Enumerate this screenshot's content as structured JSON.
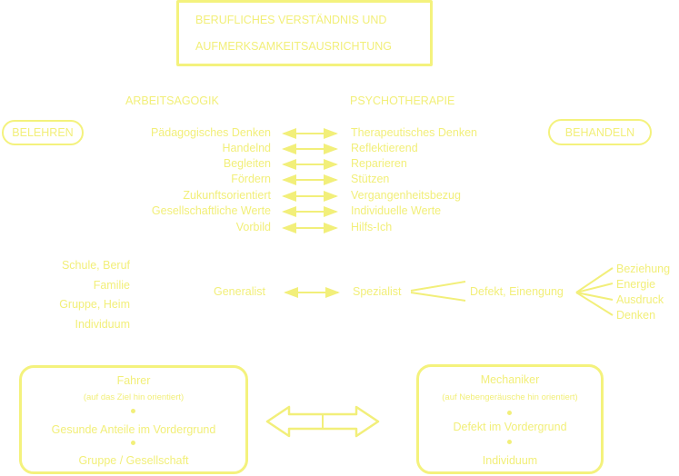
{
  "title": {
    "line1": "BERUFLICHES VERSTÄNDNIS UND",
    "line2": "AUFMERKSAMKEITSAUSRICHTUNG"
  },
  "left_header": "ARBEITSAGOGIK",
  "right_header": "PSYCHOTHERAPIE",
  "left_pill": "BELEHREN",
  "right_pill": "BEHANDELN",
  "pairs": [
    {
      "left": "Pädagogisches Denken",
      "right": "Therapeutisches Denken"
    },
    {
      "left": "Handelnd",
      "right": "Reflektierend"
    },
    {
      "left": "Begleiten",
      "right": "Reparieren"
    },
    {
      "left": "Fördern",
      "right": "Stützen"
    },
    {
      "left": "Zukunftsorientiert",
      "right": "Vergangenheitsbezug"
    },
    {
      "left": "Gesellschaftliche Werte",
      "right": "Individuelle Werte"
    },
    {
      "left": "Vorbild",
      "right": "Hilfs-Ich"
    }
  ],
  "left_list": [
    "Schule, Beruf",
    "Familie",
    "Gruppe, Heim",
    "Individuum"
  ],
  "generalist": "Generalist",
  "spezialist": "Spezialist",
  "defekt": "Defekt, Einengung",
  "right_list": [
    "Beziehung",
    "Energie",
    "Ausdruck",
    "Denken"
  ],
  "left_box": {
    "title": "Fahrer",
    "subtitle": "(auf das Ziel hin orientiert)",
    "line2": "Gesunde Anteile im Vordergrund",
    "line3": "Gruppe / Gesellschaft"
  },
  "right_box": {
    "title": "Mechaniker",
    "subtitle": "(auf Nebengeräusche hin orientiert)",
    "line2": "Defekt im Vordergrund",
    "line3": "Individuum"
  },
  "colors": {
    "accent": "#f4f27d",
    "text": "#f2ef7a"
  }
}
